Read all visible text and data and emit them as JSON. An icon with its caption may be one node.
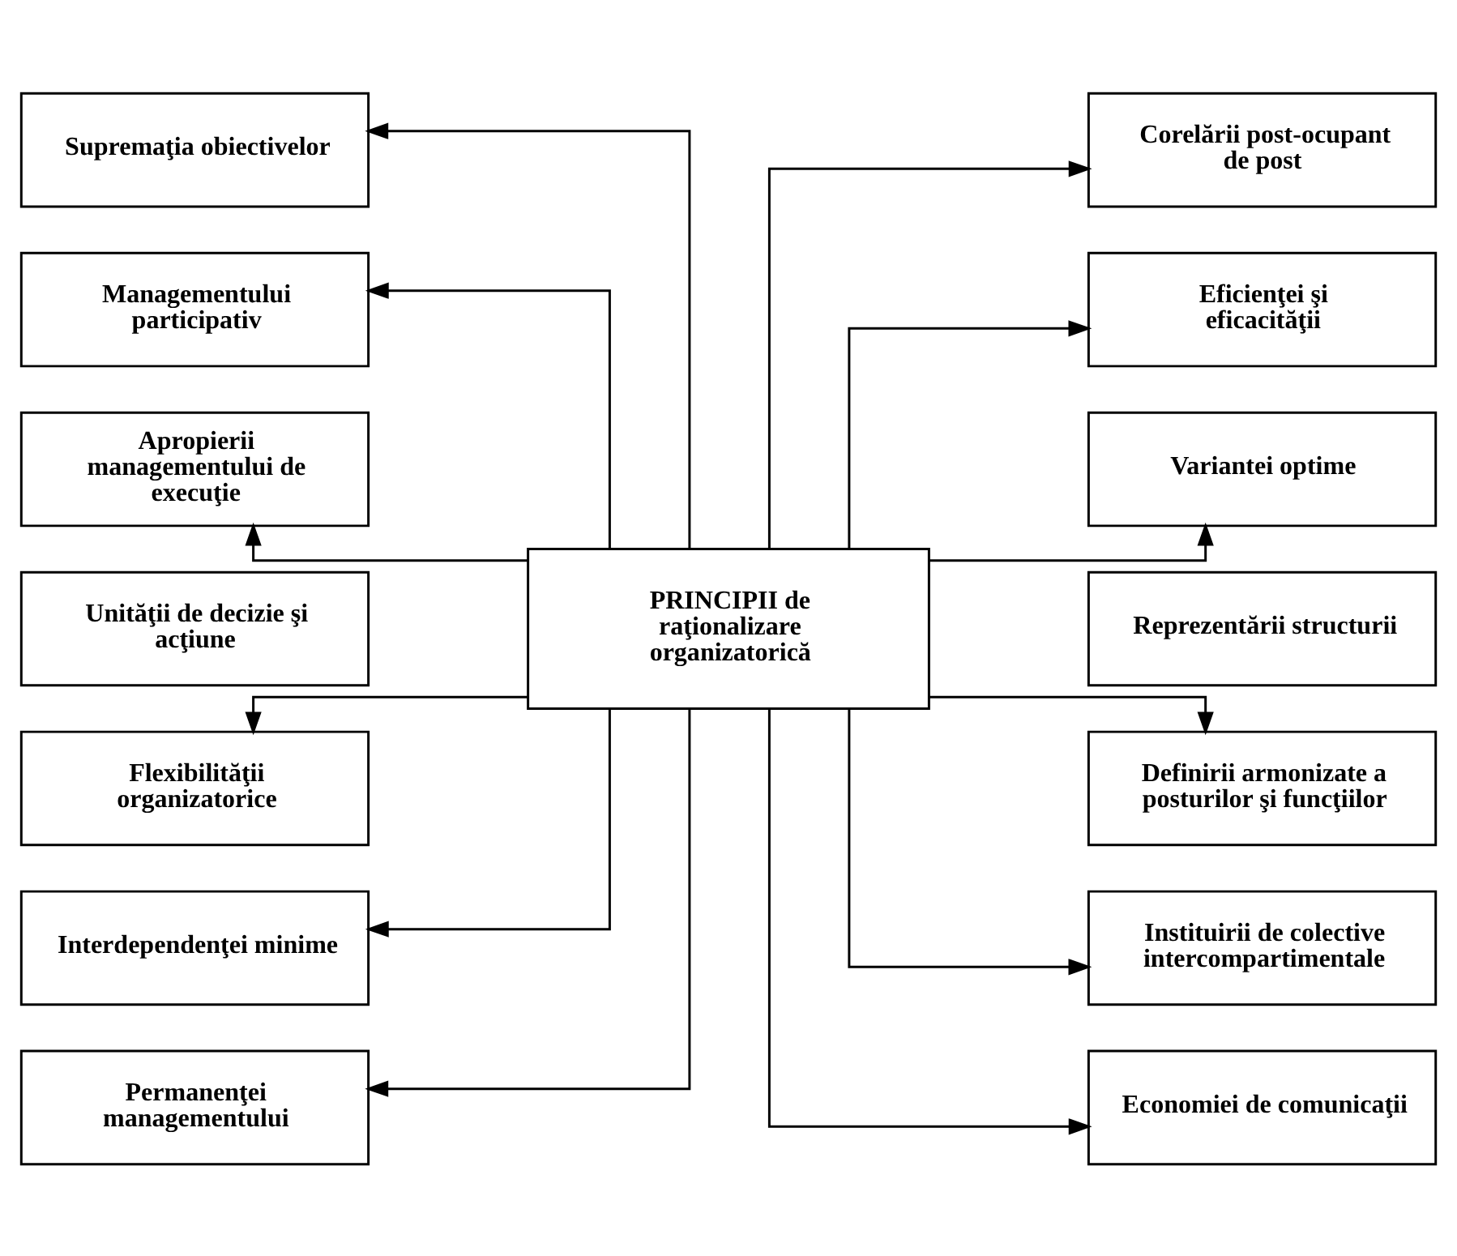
{
  "diagram": {
    "nodes": [
      {
        "text": [
          "Supremaţia obiectivelor"
        ]
      },
      {
        "text": [
          "Corelării post-ocupant de post"
        ]
      },
      {
        "text": [
          "Managementului participativ"
        ]
      },
      {
        "text": [
          "Eficienţei şi eficacităţii"
        ]
      },
      {
        "text": [
          "Apropierii managementului de execuţie"
        ]
      },
      {
        "text": [
          "Variantei optime"
        ]
      },
      {
        "text": [
          "PRINCIPII de raţionalizare organizatorică"
        ]
      },
      {
        "text": [
          "Unităţii de decizie şi acţiune"
        ]
      },
      {
        "text": [
          "Reprezentării structurii"
        ]
      },
      {
        "text": [
          "Flexibilităţii organizatorice"
        ]
      },
      {
        "text": [
          "Definirii armonizate a posturilor şi funcţiilor"
        ]
      },
      {
        "text": [
          "Interdependenţei minime"
        ]
      },
      {
        "text": [
          "Instituirii de colective intercompartimentale"
        ]
      },
      {
        "text": [
          "Permanenţei managementului"
        ]
      },
      {
        "text": [
          "Economiei de comunicaţii"
        ]
      }
    ],
    "edges": [
      {
        "from": 6,
        "to": 0,
        "arrow": "to"
      },
      {
        "from": 6,
        "to": 1,
        "arrow": "to"
      },
      {
        "from": 6,
        "to": 2,
        "arrow": "to"
      },
      {
        "from": 6,
        "to": 3,
        "arrow": "to"
      },
      {
        "from": 6,
        "to": 4,
        "arrow": "to"
      },
      {
        "from": 6,
        "to": 5,
        "arrow": "to"
      },
      {
        "from": 6,
        "to": 9,
        "arrow": "to"
      },
      {
        "from": 6,
        "to": 10,
        "arrow": "to"
      },
      {
        "from": 6,
        "to": 11,
        "arrow": "to"
      },
      {
        "from": 6,
        "to": 12,
        "arrow": "to"
      },
      {
        "from": 6,
        "to": 13,
        "arrow": "to"
      },
      {
        "from": 6,
        "to": 14,
        "arrow": "to"
      }
    ]
  }
}
